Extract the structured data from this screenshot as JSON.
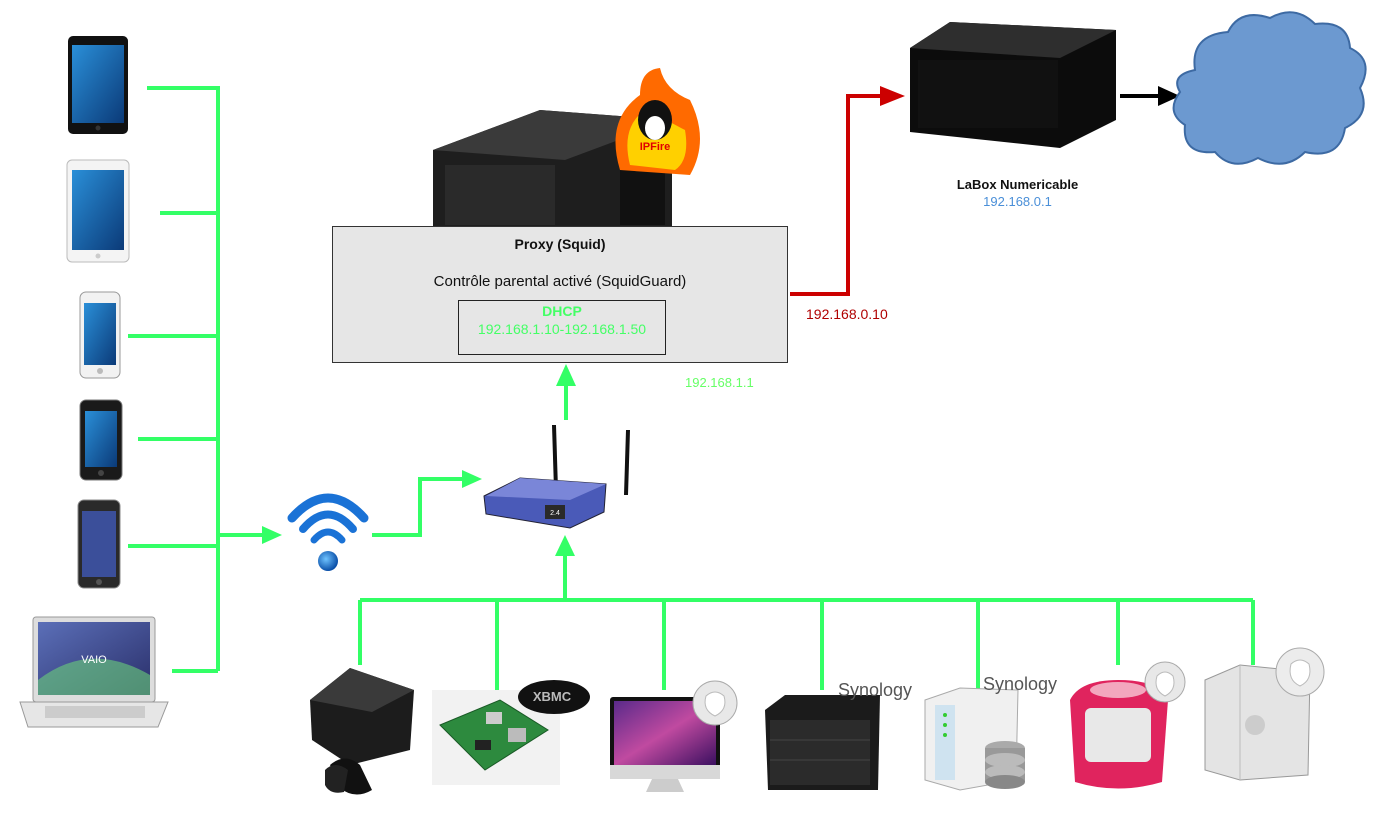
{
  "proxy": {
    "title": "Proxy (Squid)",
    "subtitle": "Contrôle parental activé (SquidGuard)",
    "dhcp_label": "DHCP",
    "dhcp_range": "192.168.1.10-192.168.1.50",
    "lan_ip": "192.168.1.1",
    "wan_ip": "192.168.0.10"
  },
  "modem": {
    "name": "LaBox Numericable",
    "ip": "192.168.0.1"
  },
  "logos": {
    "ipfire": "IPFire",
    "synology": "Synology",
    "vaio": "VAIO",
    "xbmc": "XBMC"
  },
  "colors": {
    "lan_link": "#33ff66",
    "wan_link": "#cc0000",
    "internet_link": "#000000",
    "cloud": "#6c99d0",
    "lan_text": "#66ff66",
    "wan_text": "#b00000",
    "modem_ip_text": "#4a8fd8"
  },
  "icons": {
    "wifi": "wifi-icon",
    "router": "router-icon",
    "cloud": "cloud-icon",
    "apple": "apple-icon"
  }
}
